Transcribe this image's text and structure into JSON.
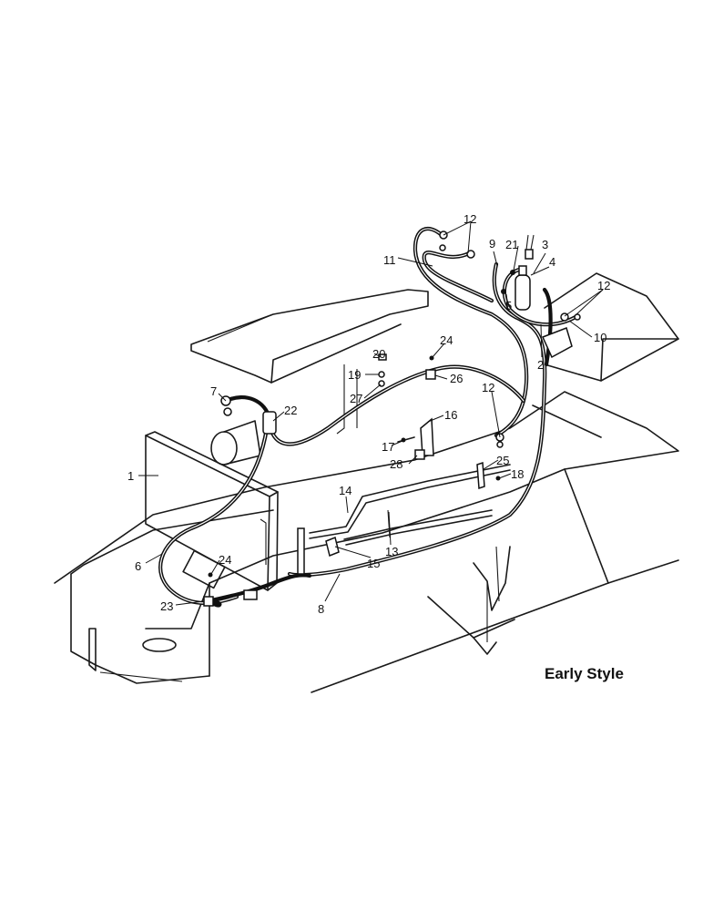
{
  "caption": "Early Style",
  "callouts": {
    "c1": "1",
    "c2": "2",
    "c3": "3",
    "c4": "4",
    "c5": "5",
    "c6": "6",
    "c7": "7",
    "c8": "8",
    "c9": "9",
    "c10": "10",
    "c11": "11",
    "c12a": "12",
    "c12b": "12",
    "c12c": "12",
    "c13": "13",
    "c14": "14",
    "c15": "15",
    "c16": "16",
    "c17": "17",
    "c18": "18",
    "c19": "19",
    "c20": "20",
    "c21": "21",
    "c22": "22",
    "c23": "23",
    "c24a": "24",
    "c24b": "24",
    "c25": "25",
    "c26": "26",
    "c27": "27",
    "c28": "28"
  }
}
